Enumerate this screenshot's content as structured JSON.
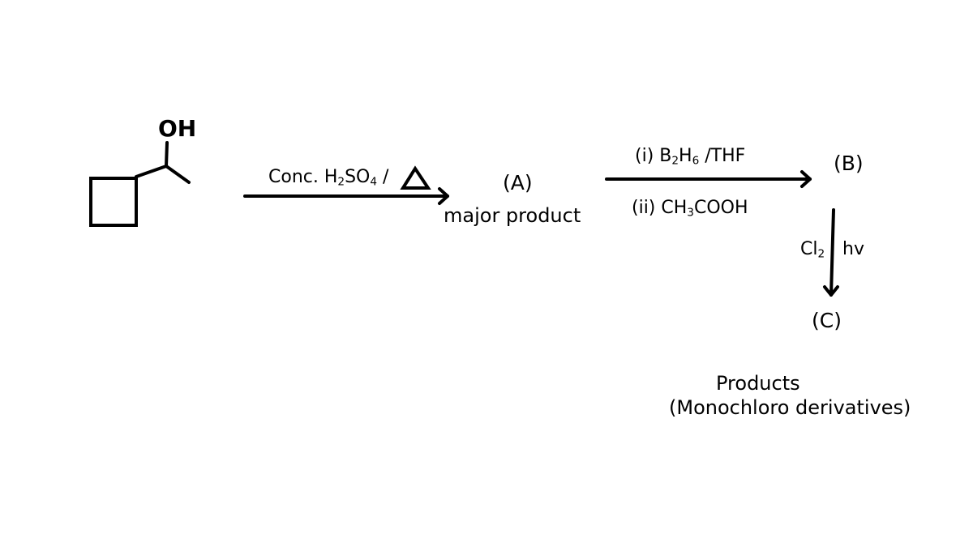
{
  "reactant": {
    "substituent_label": "OH"
  },
  "step1": {
    "reagent_prefix": "Conc. H",
    "reagent_sub1": "2",
    "reagent_mid": "SO",
    "reagent_sub2": "4",
    "reagent_suffix": " /",
    "heat_symbol": "triangle"
  },
  "product_a": {
    "label": "(A)",
    "note": "major product"
  },
  "step2": {
    "reagent1_prefix": "(i) B",
    "reagent1_sub1": "2",
    "reagent1_mid": "H",
    "reagent1_sub2": "6",
    "reagent1_suffix": " /THF",
    "reagent2_prefix": "(ii) CH",
    "reagent2_sub": "3",
    "reagent2_suffix": "COOH"
  },
  "product_b": {
    "label": "(B)"
  },
  "step3": {
    "reagent_prefix": "Cl",
    "reagent_sub": "2",
    "condition": "hv"
  },
  "product_c": {
    "label": "(C)"
  },
  "footer": {
    "line1": "Products",
    "line2": "(Monochloro derivatives)"
  }
}
